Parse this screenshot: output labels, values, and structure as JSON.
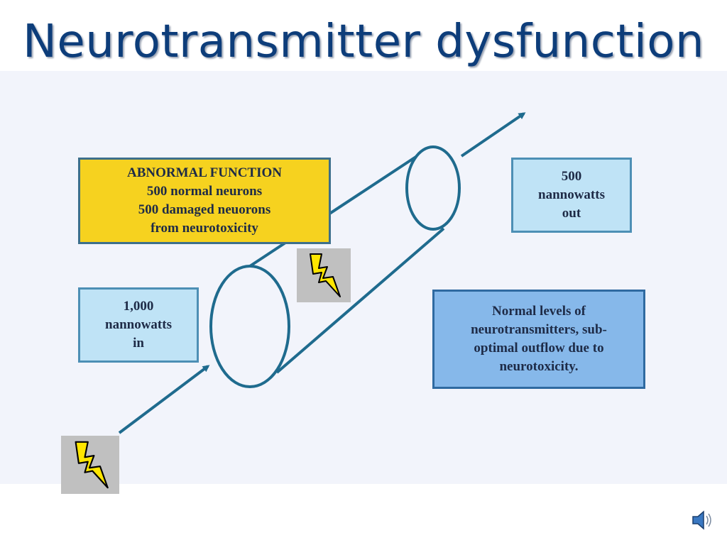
{
  "slide": {
    "title": "Neurotransmitter dysfunction"
  },
  "diagram": {
    "abnormal_box": {
      "lines": [
        "ABNORMAL FUNCTION",
        "500 normal neurons",
        "500 damaged neuorons",
        "from neurotoxicity"
      ]
    },
    "output_box": {
      "lines": [
        "500",
        "nannowatts",
        "out"
      ]
    },
    "input_box": {
      "lines": [
        "1,000",
        "nannowatts",
        "in"
      ]
    },
    "normal_levels_box": {
      "lines": [
        "Normal levels of",
        "neurotransmitters, sub-",
        "optimal outflow due to",
        "neurotoxicity."
      ]
    },
    "icons": {
      "bolt": "lightning-bolt-icon",
      "speaker": "speaker-icon"
    },
    "colors": {
      "title": "#0d3d7a",
      "abnormal_fill": "#f6d21f",
      "light_box_fill": "#bfe3f6",
      "normal_box_fill": "#86b8ea",
      "arrow": "#1f6b8e"
    }
  }
}
